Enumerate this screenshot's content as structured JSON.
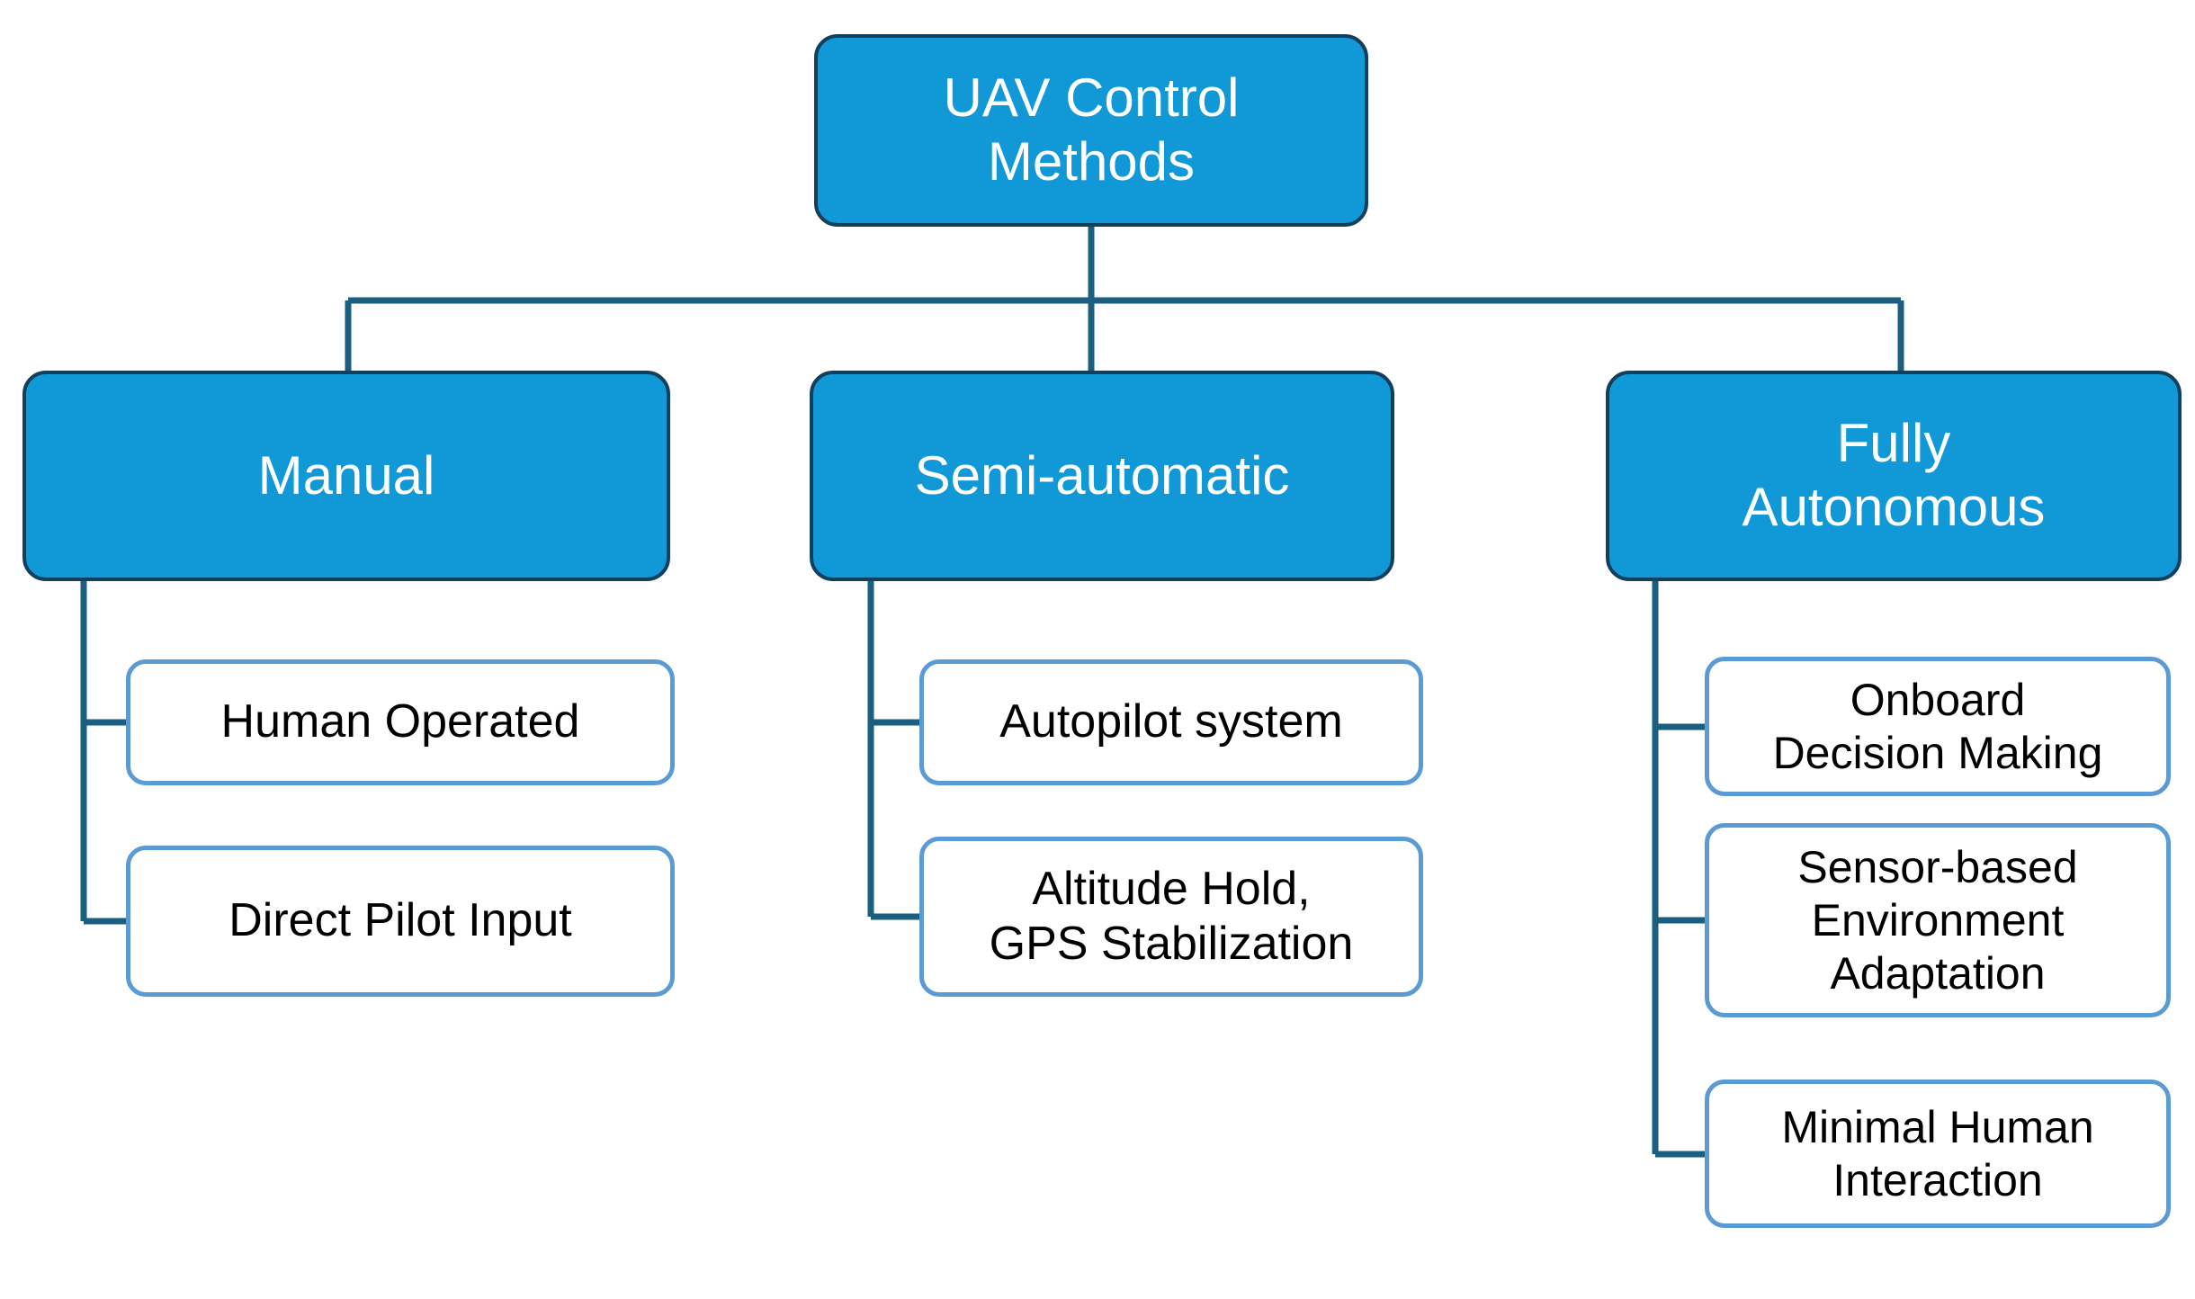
{
  "diagram": {
    "title": "UAV Control Methods",
    "type": "tree-hierarchy",
    "colors": {
      "primary_fill": "#1099D6",
      "primary_border": "#123F5C",
      "primary_text": "#FFFFFF",
      "leaf_fill": "#FFFFFF",
      "leaf_border": "#5B9BD5",
      "leaf_text": "#000000",
      "connector": "#1A5F7F",
      "background": "#FFFFFF"
    },
    "root": {
      "label": "UAV Control\nMethods"
    },
    "branches": [
      {
        "label": "Manual",
        "leaves": [
          {
            "label": "Human Operated"
          },
          {
            "label": "Direct Pilot Input"
          }
        ]
      },
      {
        "label": "Semi-automatic",
        "leaves": [
          {
            "label": "Autopilot system"
          },
          {
            "label": "Altitude Hold,\nGPS Stabilization"
          }
        ]
      },
      {
        "label": "Fully\nAutonomous",
        "leaves": [
          {
            "label": "Onboard\nDecision Making"
          },
          {
            "label": "Sensor-based\nEnvironment\nAdaptation"
          },
          {
            "label": "Minimal Human\nInteraction"
          }
        ]
      }
    ]
  }
}
